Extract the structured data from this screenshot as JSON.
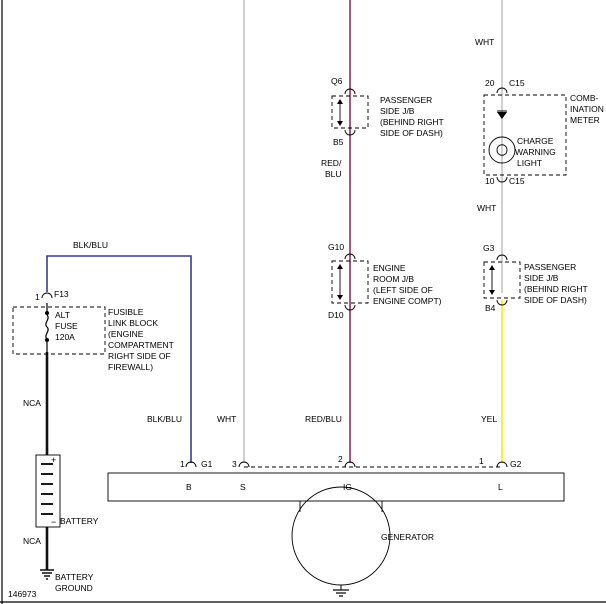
{
  "colors": {
    "blk_blu": "#3a3aa0",
    "red_blu": "#8b2f62",
    "wht": "#c4c4c4",
    "yel": "#f2f200",
    "nca": "#111111"
  },
  "wires": {
    "blk_blu_top": "BLK/BLU",
    "blk_blu_bottom": "BLK/BLU",
    "wht_s": "WHT",
    "wht_top": "WHT",
    "wht_mid": "WHT",
    "red_blu_top_1": "RED/",
    "red_blu_top_2": "BLU",
    "red_blu_bottom": "RED/BLU",
    "yel": "YEL",
    "nca_top": "NCA",
    "nca_bottom": "NCA"
  },
  "connectors": {
    "q6": "Q6",
    "b5": "B5",
    "g10": "G10",
    "d10": "D10",
    "g3": "G3",
    "b4": "B4",
    "c15_top_pin": "20",
    "c15_top": "C15",
    "c15_bottom_pin": "10",
    "c15_bottom": "C15",
    "f13_pin": "1",
    "f13": "F13",
    "g1_pin": "1",
    "g1": "G1",
    "g2_pin_s": "3",
    "g2_pin_ig": "2",
    "g2_pin_l": "1",
    "g2": "G2"
  },
  "components": {
    "passenger_jb_1": [
      "PASSENGER",
      "SIDE J/B",
      "(BEHIND RIGHT",
      "SIDE OF DASH)"
    ],
    "engine_room_jb": [
      "ENGINE",
      "ROOM J/B",
      "(LEFT SIDE OF",
      "ENGINE COMPT)"
    ],
    "passenger_jb_2": [
      "PASSENGER",
      "SIDE J/B",
      "(BEHIND RIGHT",
      "SIDE OF DASH)"
    ],
    "combination_meter": [
      "COMB-",
      "INATION",
      "METER"
    ],
    "charge_light": [
      "CHARGE",
      "WARNING",
      "LIGHT"
    ],
    "fusible_link_block": [
      "FUSIBLE",
      "LINK BLOCK",
      "(ENGINE",
      "COMPARTMENT",
      "RIGHT SIDE OF",
      "FIREWALL)"
    ],
    "alt_fuse": [
      "ALT",
      "FUSE",
      "120A"
    ],
    "battery": "BATTERY",
    "battery_plus": "+",
    "battery_minus": "−",
    "battery_ground": [
      "BATTERY",
      "GROUND"
    ],
    "generator": "GENERATOR",
    "terminals": {
      "b": "B",
      "s": "S",
      "ig": "IG",
      "l": "L"
    }
  },
  "figure_id": "146973"
}
